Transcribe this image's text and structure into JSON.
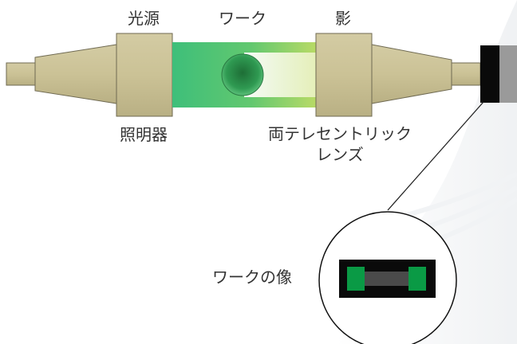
{
  "labels": {
    "light_source": "光源",
    "work": "ワーク",
    "shadow": "影",
    "illuminator": "照明器",
    "lens_line1": "両テレセントリック",
    "lens_line2": "レンズ",
    "work_image": "ワークの像"
  },
  "colors": {
    "body_tan": "#c9c095",
    "body_tan_dark": "#9e966c",
    "beam_green": "#3fc47e",
    "beam_yellow": "#b5d96b",
    "work_ball": "#2e8b4a",
    "sensor_black": "#0a0a0a",
    "sensor_gray": "#9a9a9a",
    "image_green": "#0a9a45",
    "image_dark": "#4a4a4a"
  }
}
